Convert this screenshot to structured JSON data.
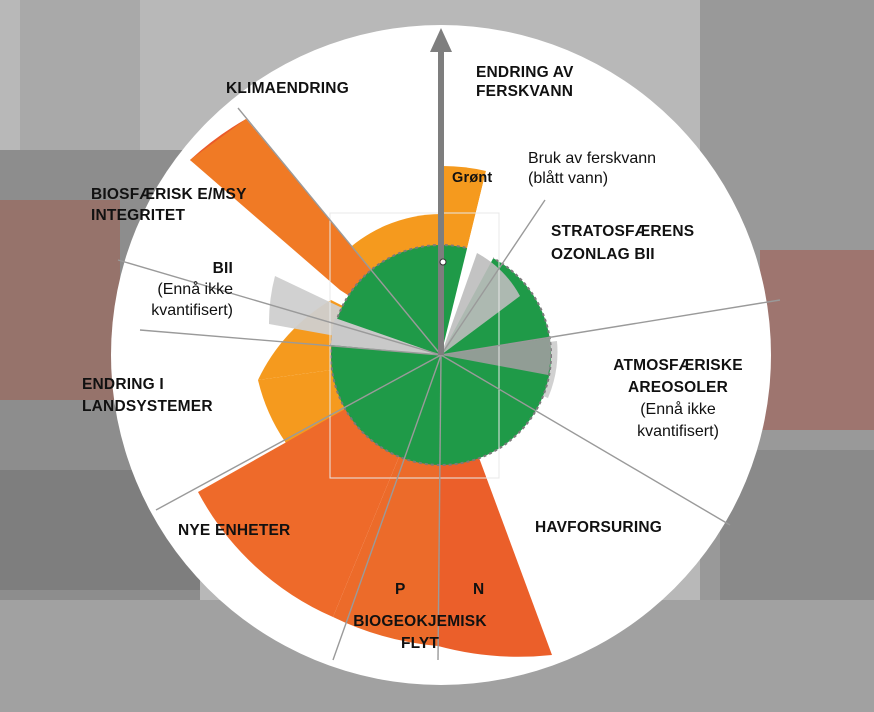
{
  "background": {
    "sky_color": "#b7b7b7",
    "building_color": "#8f8f8f",
    "window_color": "#a6a6a6",
    "accent_red": "#b2513f"
  },
  "colors": {
    "white_disc": "#ffffff",
    "safe_zone_green": "#1f9a48",
    "increasing_risk_orange": "#f59a1e",
    "high_risk_red": "#ea5a2b",
    "not_quantified_grey": "#c9c9c9",
    "arrow_grey": "#808080",
    "divider_grey": "#9a9a9a"
  },
  "labels": {
    "endring_av_ferskvann": [
      "ENDRING AV",
      "FERSKVANN"
    ],
    "bruk_av_ferskvann": [
      "Bruk av ferskvann",
      "(blått vann)"
    ],
    "gront": "Grønt",
    "stratosfaerens": [
      "STRATOSFÆRENS",
      "OZONLAG BII"
    ],
    "atmosfaeriske_title": [
      "ATMOSFÆRISKE",
      "AREOSOLER"
    ],
    "atmosfaeriske_note": [
      "(Ennå ikke",
      "kvantifisert)"
    ],
    "havforsuring": "HAVFORSURING",
    "n": "N",
    "p": "P",
    "biogeokjemisk": [
      "BIOGEOKJEMISK",
      "FLYT"
    ],
    "nye_enheter": "NYE ENHETER",
    "endring_i_landsystemer": [
      "ENDRING I",
      "LANDSYSTEMER"
    ],
    "bii_title": "BII",
    "bii_note": [
      "(Ennå ikke",
      "kvantifisert)"
    ],
    "biosfaerisk": [
      "BIOSFÆRISK E/MSY",
      "INTEGRITET"
    ],
    "klimaendring": "KLIMAENDRING"
  }
}
